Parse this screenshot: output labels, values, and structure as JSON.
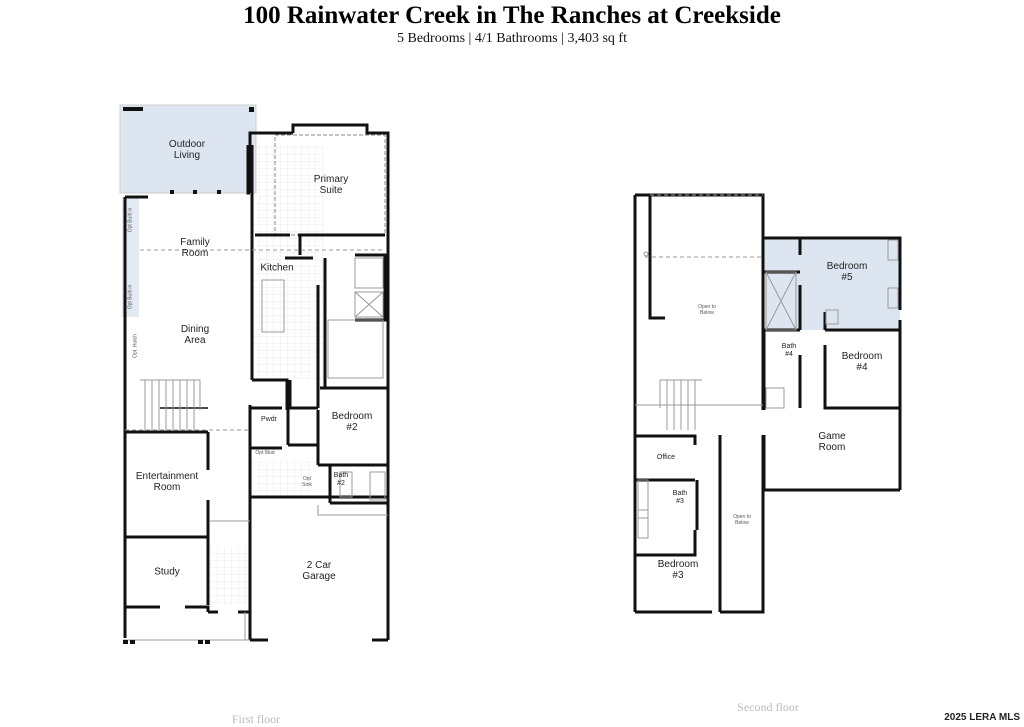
{
  "header": {
    "title": "100 Rainwater Creek in The Ranches at Creekside",
    "subtitle": "5 Bedrooms | 4/1 Bathrooms | 3,403 sq ft"
  },
  "first_floor": {
    "caption": "First floor",
    "rooms": {
      "outdoor_living": "Outdoor\nLiving",
      "primary_suite": "Primary\nSuite",
      "family_room": "Family\nRoom",
      "kitchen": "Kitchen",
      "dining_area": "Dining\nArea",
      "bedroom_2": "Bedroom\n#2",
      "pwdr": "Pwdr",
      "opt_mud": "Opt Mud",
      "opt_sink": "Opt\nSink",
      "bath_2": "Bath\n#2",
      "entertainment_room": "Entertainment\nRoom",
      "study": "Study",
      "garage": "2 Car\nGarage",
      "opt_built_in_1": "Opt Built in",
      "opt_built_in_2": "Opt Built in",
      "opt_hutch": "Opt. Hutch"
    }
  },
  "second_floor": {
    "caption": "Second floor",
    "rooms": {
      "open_to_below_1": "Open to\nBelow",
      "bedroom_5": "Bedroom\n#5",
      "bath_4": "Bath\n#4",
      "bedroom_4": "Bedroom\n#4",
      "game_room": "Game\nRoom",
      "office": "Office",
      "bath_3": "Bath\n#3",
      "open_to_below_2": "Open to\nBelow",
      "bedroom_3": "Bedroom\n#3"
    }
  },
  "watermark": "2025 LERA MLS",
  "colors": {
    "wall": "#111111",
    "highlight": "#dde6f0",
    "tile": "#dddddd"
  }
}
